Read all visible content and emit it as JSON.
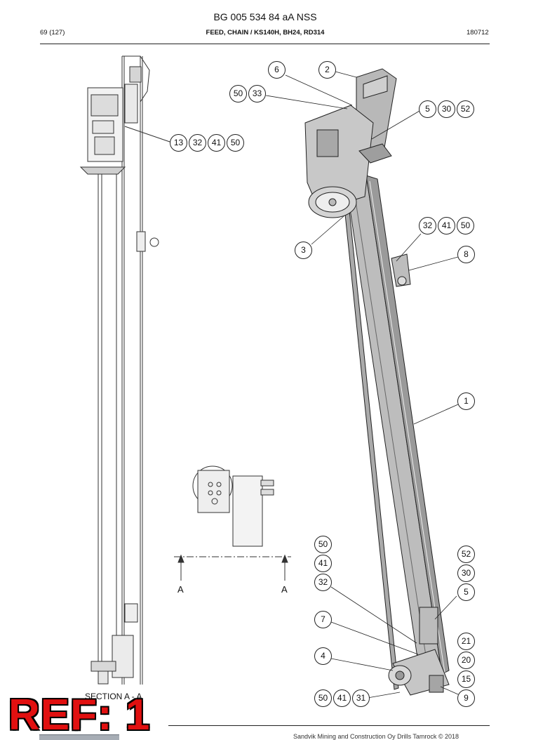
{
  "header": {
    "doc_title": "BG 005 534 84 aA NSS",
    "page": "69 (127)",
    "section_title": "FEED, CHAIN / KS140H, BH24, RD314",
    "date": "180712"
  },
  "footer": {
    "copyright": "Sandvik Mining and Construction Oy Drills Tamrock © 2018"
  },
  "stamp": {
    "text": "REF: 1",
    "color": "#e11010"
  },
  "drawing": {
    "section_label": "SECTION  A - A",
    "section_marker_left": "A",
    "section_marker_right": "A",
    "callouts": [
      {
        "id": "c-6",
        "label": "6"
      },
      {
        "id": "c-2",
        "label": "2"
      },
      {
        "id": "c-50a",
        "label": "50"
      },
      {
        "id": "c-33",
        "label": "33"
      },
      {
        "id": "c-5a",
        "label": "5"
      },
      {
        "id": "c-30a",
        "label": "30"
      },
      {
        "id": "c-52a",
        "label": "52"
      },
      {
        "id": "c-13",
        "label": "13"
      },
      {
        "id": "c-32a",
        "label": "32"
      },
      {
        "id": "c-41a",
        "label": "41"
      },
      {
        "id": "c-50b",
        "label": "50"
      },
      {
        "id": "c-32b",
        "label": "32"
      },
      {
        "id": "c-41b",
        "label": "41"
      },
      {
        "id": "c-50c",
        "label": "50"
      },
      {
        "id": "c-3",
        "label": "3"
      },
      {
        "id": "c-8",
        "label": "8"
      },
      {
        "id": "c-1",
        "label": "1"
      },
      {
        "id": "c-50d",
        "label": "50"
      },
      {
        "id": "c-41c",
        "label": "41"
      },
      {
        "id": "c-32c",
        "label": "32"
      },
      {
        "id": "c-52b",
        "label": "52"
      },
      {
        "id": "c-30b",
        "label": "30"
      },
      {
        "id": "c-5b",
        "label": "5"
      },
      {
        "id": "c-7",
        "label": "7"
      },
      {
        "id": "c-21",
        "label": "21"
      },
      {
        "id": "c-4",
        "label": "4"
      },
      {
        "id": "c-20",
        "label": "20"
      },
      {
        "id": "c-15",
        "label": "15"
      },
      {
        "id": "c-50e",
        "label": "50"
      },
      {
        "id": "c-41d",
        "label": "41"
      },
      {
        "id": "c-31",
        "label": "31"
      },
      {
        "id": "c-9",
        "label": "9"
      }
    ]
  }
}
